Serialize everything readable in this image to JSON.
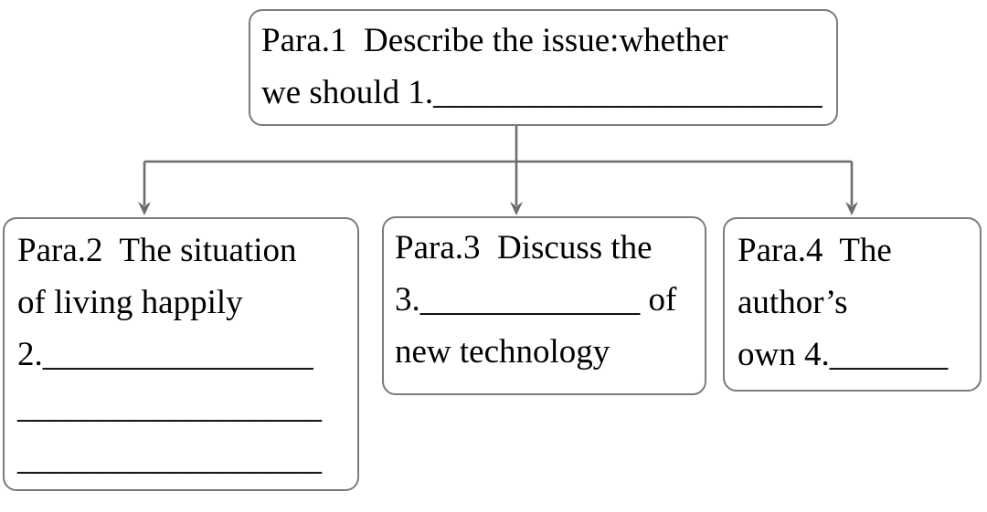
{
  "palette": {
    "background": "#ffffff",
    "box_border": "#7b7b7b",
    "arrow": "#6d6d6d",
    "text": "#000000"
  },
  "diagram": {
    "type": "flowchart",
    "description": "Paragraph structure map: Para.1 branches to Para.2, Para.3, Para.4",
    "boxes": {
      "para1": {
        "lines": [
          "Para.1  Describe the issue:whether",
          "we should 1._______________________"
        ]
      },
      "para2": {
        "lines": [
          "Para.2  The situation",
          "of living happily",
          "2.________________",
          "__________________",
          "__________________"
        ]
      },
      "para3": {
        "lines": [
          "Para.3  Discuss the",
          "3._____________ of",
          "new technology"
        ]
      },
      "para4": {
        "lines": [
          "Para.4  The",
          "author’s",
          "own 4._______"
        ]
      }
    },
    "connections": [
      {
        "from": "para1",
        "to": "para2"
      },
      {
        "from": "para1",
        "to": "para3"
      },
      {
        "from": "para1",
        "to": "para4"
      }
    ]
  }
}
